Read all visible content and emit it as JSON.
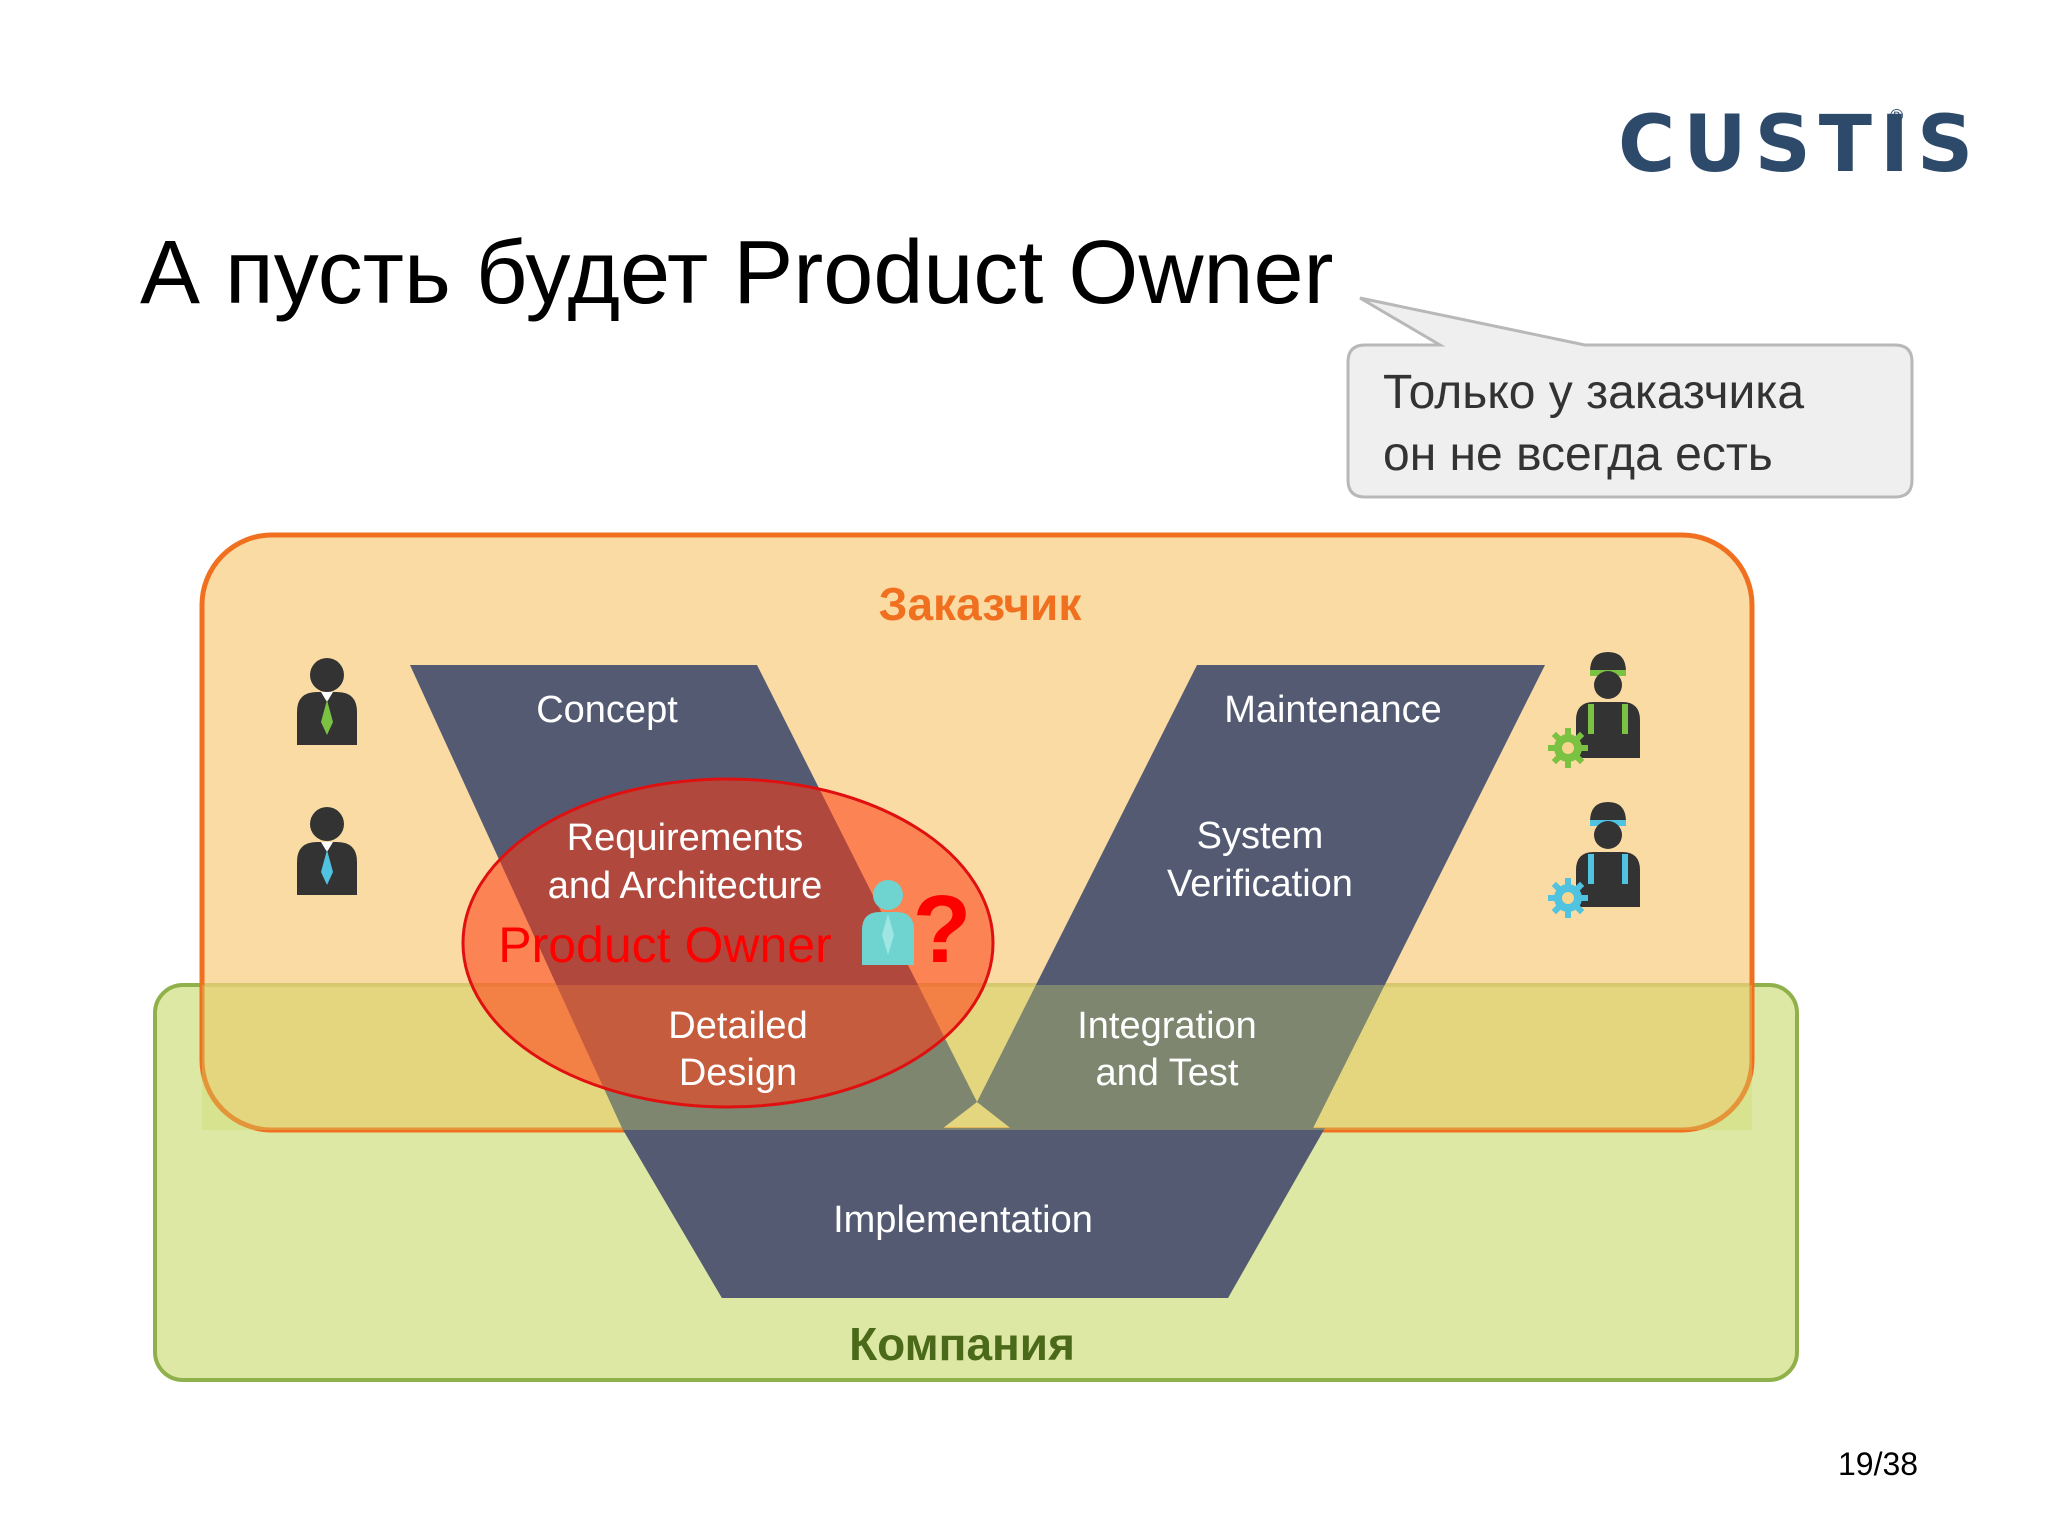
{
  "slide": {
    "logo": "CUSTIS",
    "logo_mark": "®",
    "title": "А пусть будет Product Owner",
    "callout_line1": "Только у заказчика",
    "callout_line2": "он не всегда есть",
    "page_number": "19/38"
  },
  "diagram": {
    "customer_zone": "Заказчик",
    "company_zone": "Компания",
    "stages": {
      "concept": "Concept",
      "requirements_line1": "Requirements",
      "requirements_line2": "and Architecture",
      "detailed_line1": "Detailed",
      "detailed_line2": "Design",
      "implementation": "Implementation",
      "integration_line1": "Integration",
      "integration_line2": "and Test",
      "verification_line1": "System",
      "verification_line2": "Verification",
      "maintenance": "Maintenance"
    },
    "product_owner_label": "Product Owner",
    "question_mark": "?",
    "colors": {
      "customer_fill": "#f9dda0",
      "customer_border": "#f07020",
      "company_fill": "#dde8a4",
      "company_border": "#8fb04a",
      "v_shape": "#535a72",
      "ellipse_fill": "#ff2a10",
      "accent_red": "#ff0000",
      "customer_label": "#f07020",
      "company_label": "#4a6a1a"
    },
    "icons": [
      "businessman-icon",
      "businessman-icon",
      "worker-icon",
      "worker-icon",
      "user-icon"
    ]
  }
}
